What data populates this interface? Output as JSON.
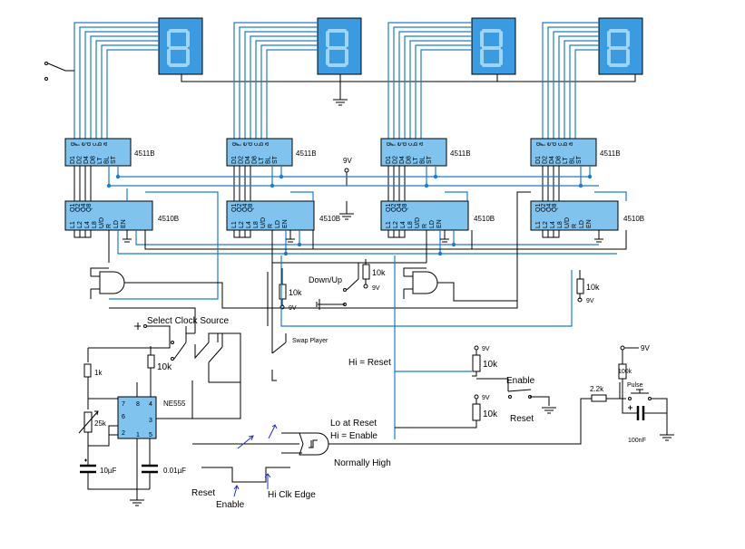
{
  "labels": {
    "dec_1": "4511B",
    "dec_2": "4511B",
    "dec_3": "4511B",
    "dec_4": "4511B",
    "cnt_1": "4510B",
    "cnt_2": "4510B",
    "cnt_3": "4510B",
    "cnt_4": "4510B",
    "supply_top": "9V",
    "down_up": "Down/Up",
    "r_downup": "10k",
    "v_downup": "9V",
    "r_mid": "10k",
    "v_mid": "9V",
    "r_right": "10k",
    "v_right": "9V",
    "select_clock": "Select Clock Source",
    "r_select": "10k",
    "swap_player": "Swap Player",
    "r_1k": "1k",
    "r_25k": "25k",
    "ne555": "NE555",
    "c_10uf": "10µF",
    "c_001uf": "0.01µF",
    "hi_reset": "Hi = Reset",
    "v_hireset": "9V",
    "r_hireset": "10k",
    "enable_sw": "Enable",
    "v_enable": "9V",
    "r_enable": "10k",
    "reset_sw": "Reset",
    "lo_at_reset": "Lo at Reset",
    "hi_enable": "Hi = Enable",
    "normally_high": "Normally High",
    "reset_wave": "Reset",
    "enable_wave": "Enable",
    "hi_clk_edge": "Hi Clk Edge",
    "r_2k2": "2.2k",
    "v_pulse": "9V",
    "r_100k": "100k",
    "pulse": "Pulse",
    "c_100nf": "100nF"
  },
  "decoder_pins": [
    "D1",
    "D2",
    "D4",
    "D8",
    "LT",
    "BL",
    "ST"
  ],
  "decoder_outputs": [
    "g",
    "f",
    "e",
    "d",
    "c",
    "b",
    "a"
  ],
  "counter_pins": [
    "L1",
    "L2",
    "L4",
    "L8",
    "U/D",
    "R",
    "LD",
    "EN"
  ],
  "counter_outputs": [
    "Q1",
    "Q2",
    "Q4",
    "Q8"
  ],
  "ne555_pins": [
    "7",
    "6",
    "2",
    "8",
    "4",
    "3",
    "1",
    "5"
  ],
  "colors": {
    "wire_black": "#000000",
    "wire_blue": "#1a7bd6",
    "chip": "#7fc3ee",
    "display": "#3a9be0",
    "annotation": "#2030c8"
  },
  "icons": [
    "seven-segment-display-icon",
    "ground-icon",
    "switch-icon",
    "resistor-icon",
    "capacitor-icon",
    "potentiometer-icon",
    "and-gate-icon",
    "schmitt-trigger-icon",
    "pushbutton-icon"
  ]
}
